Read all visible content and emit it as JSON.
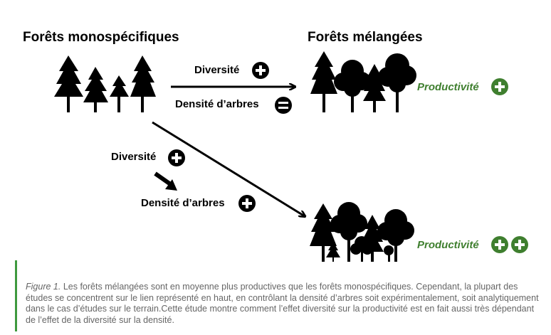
{
  "diagram": {
    "title_left": "Forêts monospécifiques",
    "title_right": "Forêts mélangées",
    "top_path": {
      "label_diversity": "Diversité",
      "label_density": "Densité d’arbres",
      "productivity": "Productivité"
    },
    "bottom_path": {
      "label_diversity": "Diversité",
      "label_density": "Densité d’arbres",
      "productivity": "Productivité"
    },
    "colors": {
      "accent_green": "#3f7f2f",
      "ink": "#000000",
      "caption_bar": "#3f9a3f",
      "caption_text": "#666666"
    }
  },
  "caption": {
    "figure_label": "Figure 1.",
    "text": "Les forêts mélangées sont en moyenne plus productives que les forêts monospécifiques. Cependant, la plupart des études se concentrent sur le lien représenté en haut, en contrôlant la densité d’arbres soit expérimentalement, soit analytiquement dans le cas d’études sur le terrain.Cette étude montre comment l’effet diversité sur la productivité est en fait aussi très dépendant de l’effet de la diversité sur la densité."
  }
}
